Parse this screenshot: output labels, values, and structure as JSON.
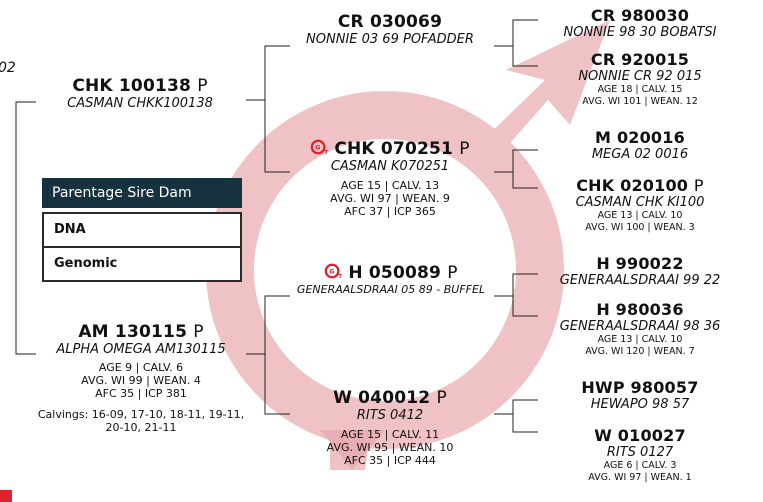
{
  "left_partial": "02",
  "sire": {
    "id": "CHK 100138",
    "suffix": "P",
    "name": "CASMAN CHKK100138"
  },
  "dam": {
    "id": "AM 130115",
    "suffix": "P",
    "name": "ALPHA OMEGA AM130115",
    "stats": [
      "AGE 9 | CALV. 6",
      "AVG. WI 99 | WEAN. 4",
      "AFC 35 | ICP 381"
    ],
    "calvings": [
      "Calvings: 16-09, 17-10, 18-11, 19-11,",
      "20-10, 21-11"
    ]
  },
  "legend": {
    "header": "Parentage  Sire  Dam",
    "items": [
      "DNA",
      "Genomic"
    ]
  },
  "ss": {
    "id": "CR 030069",
    "name": "NONNIE 03 69 POFADDER"
  },
  "sd": {
    "id": "CHK 070251",
    "suffix": "P",
    "name": "CASMAN K070251",
    "stats": [
      "AGE 15 | CALV. 13",
      "AVG. WI 97 | WEAN. 9",
      "AFC 37 | ICP 365"
    ]
  },
  "ds": {
    "id": "H 050089",
    "suffix": "P",
    "name": "GENERAALSDRAAI 05 89 - BUFFEL"
  },
  "dd": {
    "id": "W 040012",
    "suffix": "P",
    "name": "RITS 0412",
    "stats": [
      "AGE 15 | CALV. 11",
      "AVG. WI 95 | WEAN. 10",
      "AFC 35 | ICP 444"
    ]
  },
  "ggp": [
    {
      "id": "CR 980030",
      "name": "NONNIE 98 30 BOBATSI"
    },
    {
      "id": "CR 920015",
      "name": "NONNIE CR 92 015",
      "stats": [
        "AGE 18 | CALV. 15",
        "AVG. WI 101 | WEAN. 12"
      ]
    },
    {
      "id": "M 020016",
      "name": "MEGA 02 0016"
    },
    {
      "id": "CHK 020100",
      "suffix": "P",
      "name": "CASMAN CHK KI100",
      "stats": [
        "AGE 13 | CALV. 10",
        "AVG. WI 100 | WEAN. 3"
      ]
    },
    {
      "id": "H 990022",
      "name": "GENERAALSDRAAI 99 22"
    },
    {
      "id": "H 980036",
      "name": "GENERAALSDRAAI 98 36",
      "stats": [
        "AGE 13 | CALV. 10",
        "AVG. WI 120 | WEAN. 7"
      ]
    },
    {
      "id": "HWP 980057",
      "name": "HEWAPO 98 57"
    },
    {
      "id": "W 010027",
      "name": "RITS 0127",
      "stats": [
        "AGE 6 | CALV. 3",
        "AVG. WI 97 | WEAN. 1"
      ]
    }
  ],
  "colors": {
    "watermark": "#efc3c6",
    "legend_bg": "#16323f",
    "accent_red": "#e0212e"
  }
}
